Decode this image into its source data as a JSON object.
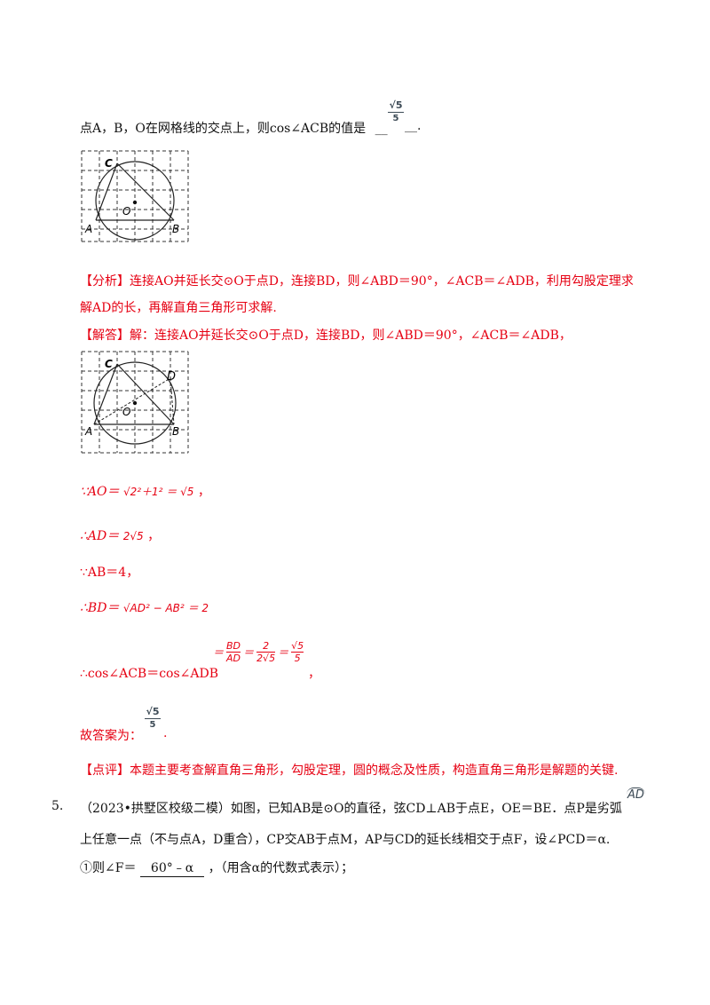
{
  "problem4": {
    "line1_text": "点A，B，O在网格线的交点上，则cos∠ACB的值是",
    "answer_blank_left": "__",
    "answer_blank_right": "__.",
    "answer_frac": {
      "num": "√5",
      "den": "5"
    }
  },
  "figure1": {
    "labels": {
      "C": "C",
      "O": "O",
      "A": "A",
      "B": "B"
    }
  },
  "analysis": {
    "tag": "【分析】",
    "line1": "连接AO并延长交⊙O于点D，连接BD，则∠ABD＝90°，∠ACB＝∠ADB，利用勾股定理求",
    "line2": "解AD的长，再解直角三角形可求解."
  },
  "solution": {
    "tag": "【解答】",
    "line1": "解：连接AO并延长交⊙O于点D，连接BD，则∠ABD＝90°，∠ACB＝∠ADB，"
  },
  "figure2": {
    "labels": {
      "C": "C",
      "D": "D",
      "O": "O",
      "A": "A",
      "B": "B"
    }
  },
  "steps": {
    "s1_prefix": "∵AO＝",
    "s1_math": "√2²＋1² ＝ √5",
    "s1_suffix": "，",
    "s2_prefix": "∴AD＝",
    "s2_math": "2√5",
    "s2_suffix": "，",
    "s3": "∵AB＝4，",
    "s4_prefix": "∴BD＝",
    "s4_math": "√AD² − AB² ＝ 2",
    "s5_prefix": "∴cos∠ACB＝cos∠ADB",
    "s5_math": {
      "eq": "＝",
      "f1_num": "BD",
      "f1_den": "AD",
      "f2_num": "2",
      "f2_den": "2√5",
      "f3_num": "√5",
      "f3_den": "5"
    },
    "s5_suffix": "，"
  },
  "answer_line": {
    "text": "故答案为：",
    "frac": {
      "num": "√5",
      "den": "5"
    },
    "suffix": "."
  },
  "comment": {
    "tag": "【点评】",
    "text": "本题主要考查解直角三角形，勾股定理，圆的概念及性质，构造直角三角形是解题的关键."
  },
  "problem5": {
    "number": "5.",
    "line1": "（2023•拱墅区校级二模）如图，已知AB是⊙O的直径，弦CD⊥AB于点E，OE＝BE．点P是劣弧",
    "arc_label": "AD",
    "line2": "上任意一点（不与点A，D重合），CP交AB于点M，AP与CD的延长线相交于点F，设∠PCD＝α.",
    "line3_prefix": "①则∠F＝",
    "line3_answer": "60°﹣α",
    "line3_suffix": "，（用含α的代数式表示）；"
  },
  "colors": {
    "red": "#e60012",
    "text": "#111111",
    "formula_gray": "#3c4a55"
  }
}
